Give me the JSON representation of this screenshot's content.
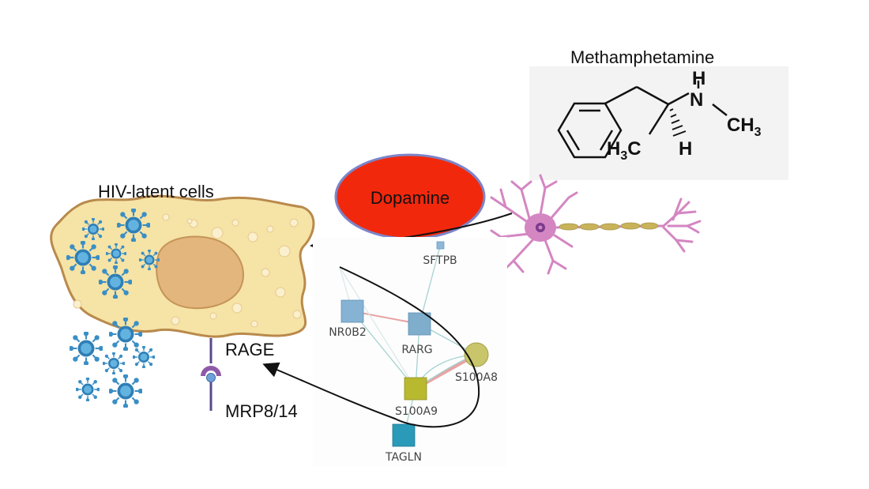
{
  "title_cells": "HIV-latent cells",
  "title_drug": "Methamphetamine",
  "dopamine_label": "Dopamine",
  "receptor_label": "RAGE",
  "ligand_label": "MRP8/14",
  "structure": {
    "h_top": "H",
    "n_atom": "N",
    "ch3_right": "CH",
    "ch3_right_sub": "3",
    "h3c_left": "H",
    "h3c_left_sub": "3",
    "h3c_left_c": "C",
    "h_bottom": "H"
  },
  "network": {
    "nodes": [
      {
        "id": "SFTPB",
        "label": "SFTPB",
        "shape": "square",
        "color": "#8fb8d8"
      },
      {
        "id": "NR0B2",
        "label": "NR0B2",
        "shape": "square",
        "color": "#86b3d4"
      },
      {
        "id": "RARG",
        "label": "RARG",
        "shape": "square",
        "color": "#7faecd"
      },
      {
        "id": "S100A8",
        "label": "S100A8",
        "shape": "circle",
        "color": "#c9c56a"
      },
      {
        "id": "S100A9",
        "label": "S100A9",
        "shape": "square",
        "color": "#b8b92f"
      },
      {
        "id": "TAGLN",
        "label": "TAGLN",
        "shape": "square",
        "color": "#2a9ab8"
      }
    ]
  },
  "colors": {
    "cell_fill": "#f6e3a6",
    "cell_stroke": "#b98a4c",
    "nucleus": "#e3b67d",
    "virus": "#3a8fc4",
    "dopamine_fill": "#f2280d",
    "dopamine_stroke": "#7c85c9",
    "neuron": "#d486c2",
    "axon_myelin": "#c9b35a",
    "receptor": "#8e5aa8"
  }
}
